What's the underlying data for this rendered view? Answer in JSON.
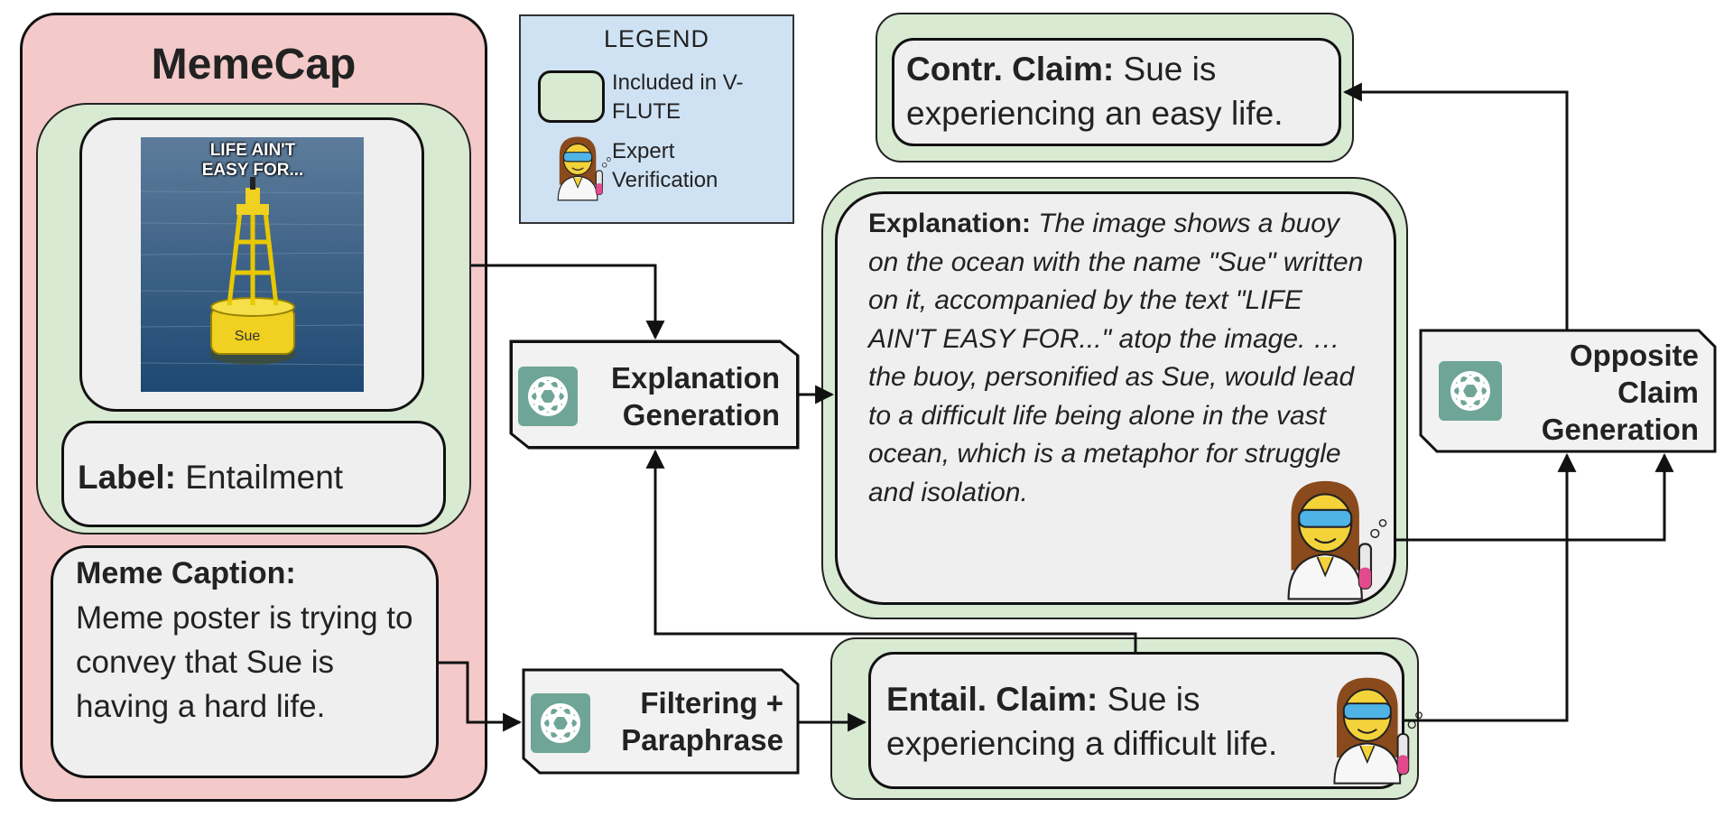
{
  "memecap": {
    "title": "MemeCap",
    "meme_top_text": "LIFE AIN'T EASY FOR...",
    "meme_buoy_name": "Sue",
    "label_key": "Label:",
    "label_value": "Entailment",
    "caption_key": "Meme Caption:",
    "caption_value": "Meme poster is trying to convey that Sue is having a hard life."
  },
  "legend": {
    "title": "LEGEND",
    "included": "Included in V-FLUTE",
    "expert": "Expert Verification"
  },
  "process": {
    "explanation_gen": "Explanation Generation",
    "filtering": "Filtering + Paraphrase",
    "opposite_claim": "Opposite Claim Generation"
  },
  "contr_claim": {
    "key": "Contr. Claim:",
    "value": "Sue is experiencing an easy life."
  },
  "explanation": {
    "key": "Explanation:",
    "value": "The image shows a buoy on the ocean with the name \"Sue\" written on it, accompanied by the text \"LIFE AIN'T EASY FOR...\" atop the image. … the buoy, personified as Sue, would lead to a difficult life being alone in the vast ocean, which is a metaphor for struggle and isolation."
  },
  "entail_claim": {
    "key": "Entail. Claim:",
    "value": "Sue is experiencing a difficult life."
  },
  "colors": {
    "memecap_bg": "#f3c9c9",
    "included_green": "#d8ead2",
    "legend_blue": "#cfe2f3",
    "gpt_teal": "#6fa596",
    "box_gray": "#efefef"
  },
  "icons": [
    "openai-logo-icon",
    "scientist-icon",
    "buoy-meme-image"
  ]
}
